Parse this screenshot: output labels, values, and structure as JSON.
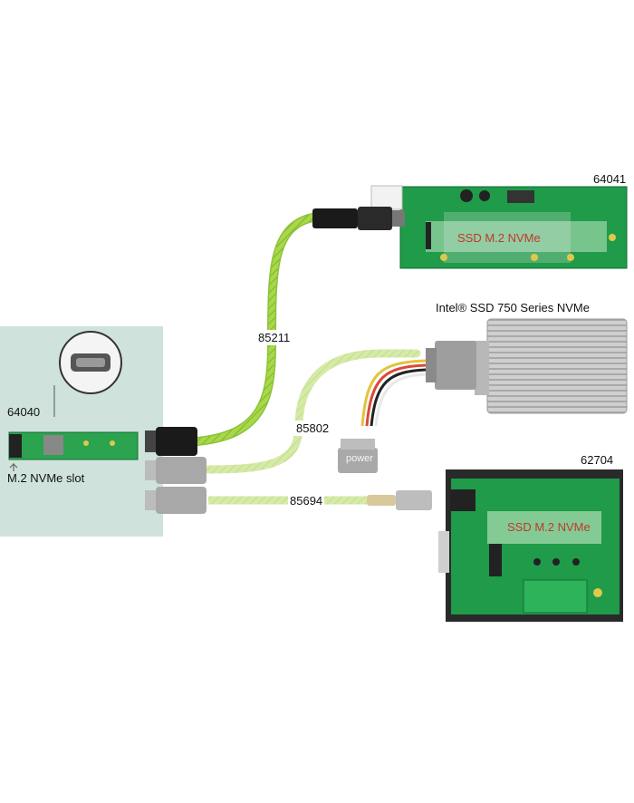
{
  "labels": {
    "host_adapter_id": "64040",
    "host_slot_label": "M.2 NVMe slot",
    "top_adapter_id": "64041",
    "bottom_adapter_id": "62704",
    "drive_label": "Intel® SSD 750 Series NVMe",
    "cable_top": "85211",
    "cable_middle": "85802",
    "cable_bottom": "85694",
    "ssd_top": "SSD M.2 NVMe",
    "ssd_bottom": "SSD M.2 NVMe",
    "power_plug": "power"
  },
  "colors": {
    "panel_bg": "#cfe3dc",
    "pcb_green": "#1f9b4a",
    "cable_green": "#a8d84a",
    "cable_green_faded": "#cfe6a0",
    "connector_black": "#1a1a1a",
    "connector_faded": "#a8a8a8",
    "ssd_text": "#c0392b",
    "heatsink": "#c9c9c9"
  }
}
